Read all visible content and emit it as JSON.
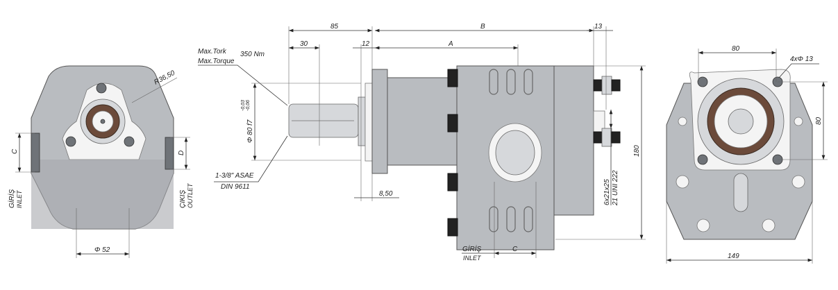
{
  "left_view": {
    "radius_label": "R36,50",
    "port_c": "C",
    "port_d": "D",
    "inlet_tr": "GİRİŞ",
    "inlet_en": "INLET",
    "outlet_tr": "ÇIKIŞ",
    "outlet_en": "OUTLET",
    "diameter_label": "Φ 52"
  },
  "side_view": {
    "dim_85": "85",
    "dim_b": "B",
    "dim_13": "13",
    "dim_30": "30",
    "dim_12": "12",
    "dim_a": "A",
    "torque_tr": "Max.Tork",
    "torque_en": "Max.Torque",
    "torque_value": "350 Nm",
    "shaft_diameter": "Φ 80 f7",
    "tol_upper": "-0,03",
    "tol_lower": "-0,06",
    "shaft_spec_1": "1-3/8\" ASAE",
    "shaft_spec_2": "DIN 9611",
    "dim_850": "8,50",
    "spline_1": "6x21x25",
    "spline_2": "21 UNI 222",
    "dim_180": "180",
    "inlet_tr": "GİRİŞ",
    "inlet_en": "INLET",
    "port_c": "C"
  },
  "front_view": {
    "dim_80_top": "80",
    "holes": "4xΦ 13",
    "dim_80_side": "80",
    "dim_149": "149"
  }
}
